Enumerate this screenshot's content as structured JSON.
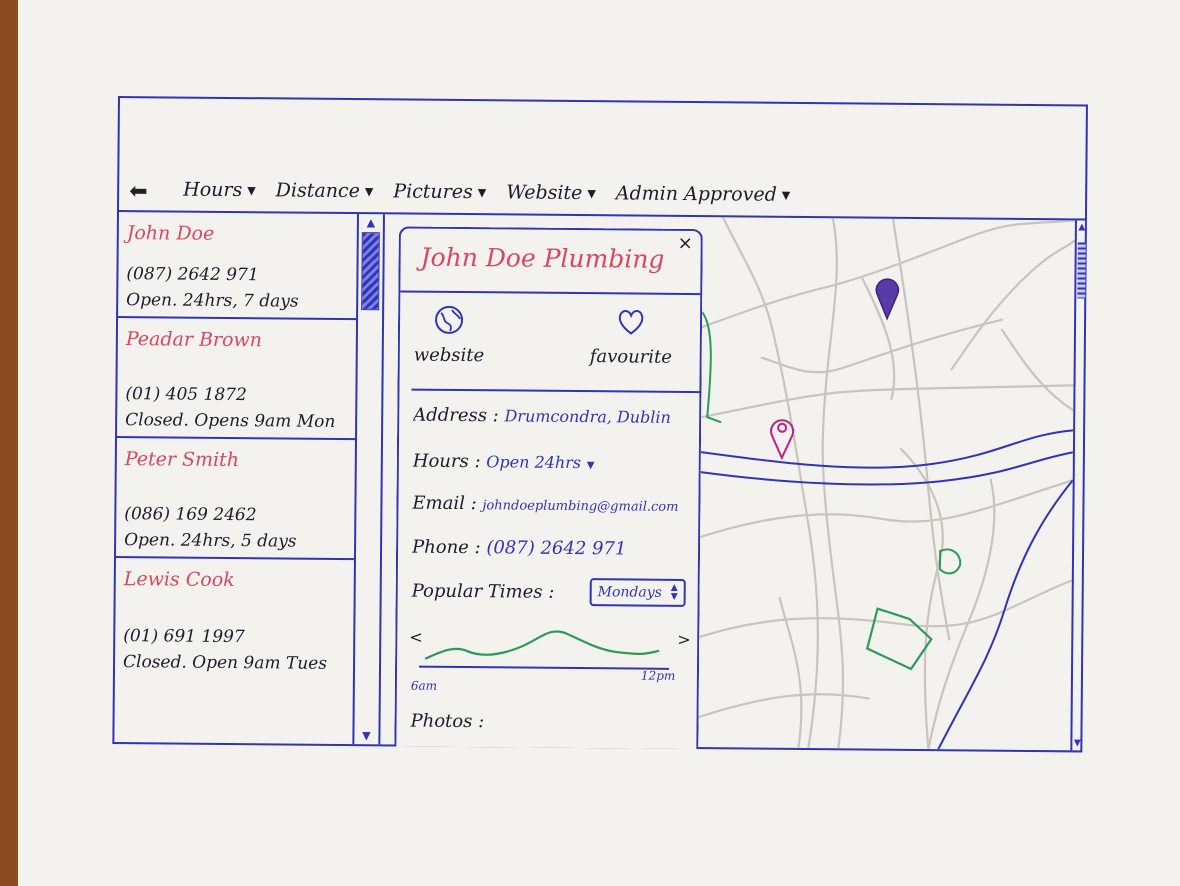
{
  "toolbar": {
    "filters": [
      {
        "label": "Hours"
      },
      {
        "label": "Distance"
      },
      {
        "label": "Pictures"
      },
      {
        "label": "Website"
      },
      {
        "label": "Admin Approved"
      }
    ]
  },
  "listings": [
    {
      "name": "John Doe",
      "phone": "(087) 2642 971",
      "status": "Open. 24hrs, 7 days"
    },
    {
      "name": "Peadar Brown",
      "phone": "(01) 405 1872",
      "status": "Closed. Opens 9am Mon"
    },
    {
      "name": "Peter Smith",
      "phone": "(086) 169 2462",
      "status": "Open. 24hrs, 5 days"
    },
    {
      "name": "Lewis Cook",
      "phone": "(01) 691 1997",
      "status": "Closed. Open 9am Tues"
    }
  ],
  "detail": {
    "title": "John Doe Plumbing",
    "close": "×",
    "website_label": "website",
    "favourite_label": "favourite",
    "address_label": "Address :",
    "address_value": "Drumcondra, Dublin",
    "hours_label": "Hours :",
    "hours_value": "Open 24hrs",
    "email_label": "Email :",
    "email_value": "johndoeplumbing@gmail.com",
    "phone_label": "Phone :",
    "phone_value": "(087) 2642 971",
    "popular_label": "Popular Times :",
    "day_select": "Mondays",
    "chart_start": "6am",
    "chart_end": "12pm",
    "photos_label": "Photos :"
  },
  "colors": {
    "ink_blue": "#2f34b8",
    "name_red": "#d8485e",
    "chart_green": "#2e9a5a",
    "map_road": "#c9c4be",
    "pin_purple": "#5a3aa6",
    "pin_magenta": "#c01f8a"
  }
}
